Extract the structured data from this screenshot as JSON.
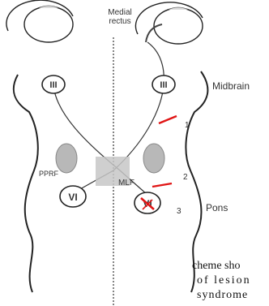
{
  "labels": {
    "medial_rectus_line1": "Medial",
    "medial_rectus_line2": "rectus",
    "midbrain": "Midbrain",
    "pons": "Pons",
    "pprf": "PPRF",
    "mlf": "MLF",
    "nucleus_iii_left": "III",
    "nucleus_iii_right": "III",
    "nucleus_vi_left": "VI",
    "nucleus_vi_right": "VI",
    "lesion_1": "1",
    "lesion_2": "2",
    "lesion_3": "3"
  },
  "caption": {
    "line1": "cheme sho",
    "line2": "of lesion",
    "line3": "syndrome"
  },
  "colors": {
    "outline": "#222222",
    "lesion": "#e01515",
    "pprf_fill": "#b8b8b8",
    "mlf_fill": "#c7c7c7"
  }
}
